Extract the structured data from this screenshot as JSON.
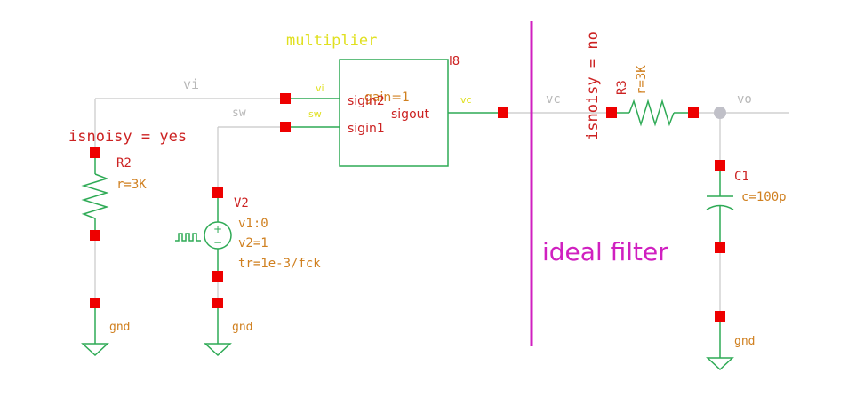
{
  "colors": {
    "wire": "#c8c8c8",
    "component": "#2eaa55",
    "pin": "#ee0000",
    "instance_name": "#cc2222",
    "param": "#d08020",
    "net_label": "#b8b8b8",
    "cell_label": "#e0e020",
    "divider": "#d020c0",
    "node": "#c0c0c8"
  },
  "labels": {
    "multiplier": "multiplier",
    "ideal_filter": "ideal filter",
    "isnoisy_left": "isnoisy = yes",
    "isnoisy_right": "isnoisy = no"
  },
  "nets": {
    "vi": "vi",
    "sw": "sw",
    "vc": "vc",
    "vo": "vo"
  },
  "multiplier_block": {
    "name": "I8",
    "param": "gain=1",
    "pin_sigin2": "sigin2",
    "pin_sigin1": "sigin1",
    "pin_sigout": "sigout",
    "pin_vi": "vi",
    "pin_sw": "sw",
    "pin_vc": "vc"
  },
  "r2": {
    "name": "R2",
    "param": "r=3K",
    "gnd": "gnd"
  },
  "v2": {
    "name": "V2",
    "p1": "v1:0",
    "p2": "v2=1",
    "p3": "tr=1e-3/fck",
    "gnd": "gnd",
    "plus": "+",
    "minus": "−"
  },
  "r3": {
    "name": "R3",
    "param": "r=3K"
  },
  "c1": {
    "name": "C1",
    "param": "c=100p",
    "gnd": "gnd"
  }
}
